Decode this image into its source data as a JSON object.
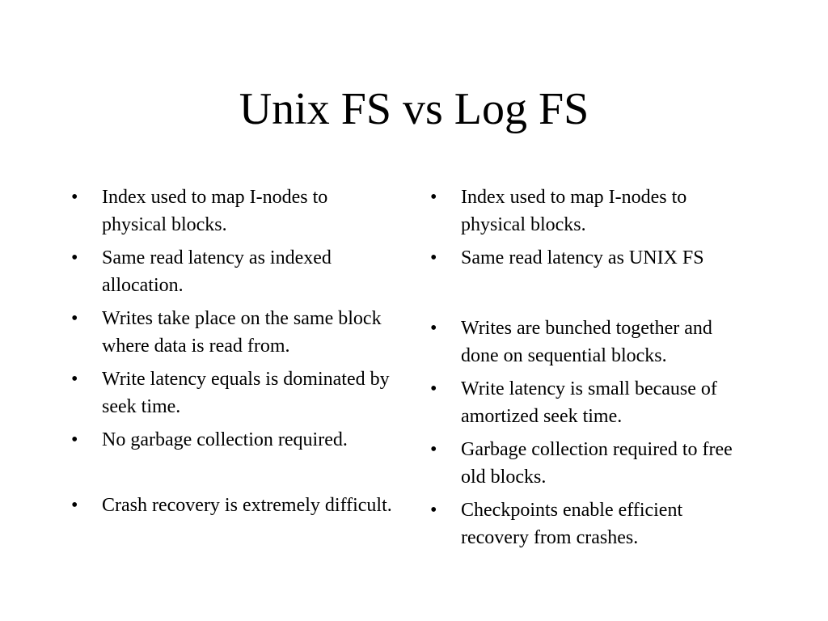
{
  "slide": {
    "title": "Unix FS vs Log FS",
    "bullet_glyph": "•",
    "left_column": {
      "items": [
        "Index used to map I-nodes to physical blocks.",
        "Same read latency as indexed allocation.",
        "Writes take place on the same block where data is read from.",
        "Write latency equals is dominated by seek time.",
        "No garbage collection required.",
        "Crash recovery is extremely difficult."
      ]
    },
    "right_column": {
      "items": [
        "Index used to map I-nodes to physical blocks.",
        "Same read latency as UNIX FS",
        "Writes are bunched together and done on sequential blocks.",
        "Write latency is small because of amortized seek time.",
        "Garbage collection required to free old blocks.",
        "Checkpoints enable efficient recovery from crashes."
      ]
    }
  }
}
